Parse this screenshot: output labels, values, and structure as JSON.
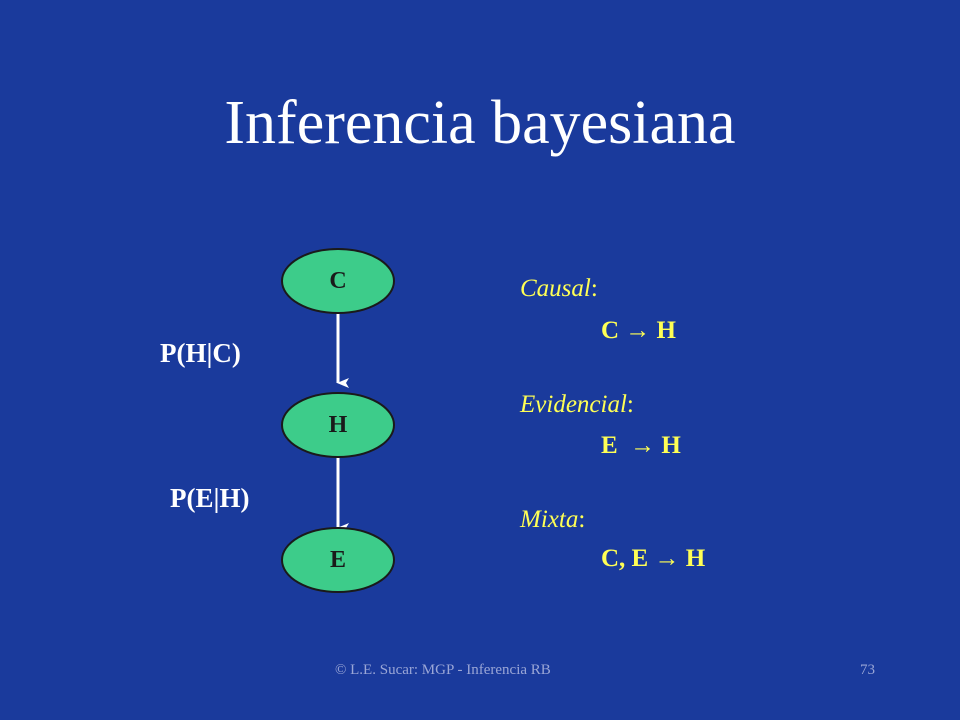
{
  "slide": {
    "title": "Inferencia bayesiana",
    "background": "#1a3a9c"
  },
  "network": {
    "nodes": [
      {
        "id": "C",
        "label": "C"
      },
      {
        "id": "H",
        "label": "H"
      },
      {
        "id": "E",
        "label": "E"
      }
    ],
    "edges": [
      {
        "from": "C",
        "to": "H",
        "label": "P(H|C)"
      },
      {
        "from": "H",
        "to": "E",
        "label": "P(E|H)"
      }
    ],
    "node_fill": "#3dcc8a",
    "node_stroke": "#1a1a1a"
  },
  "inference_types": [
    {
      "name": "Causal",
      "relation": "C → H"
    },
    {
      "name": "Evidencial",
      "relation": "E  → H"
    },
    {
      "name": "Mixta",
      "relation": "C, E → H"
    }
  ],
  "accent_color": "#ffff55",
  "footer": {
    "text": "© L.E. Sucar: MGP - Inferencia RB",
    "page_number": "73"
  }
}
